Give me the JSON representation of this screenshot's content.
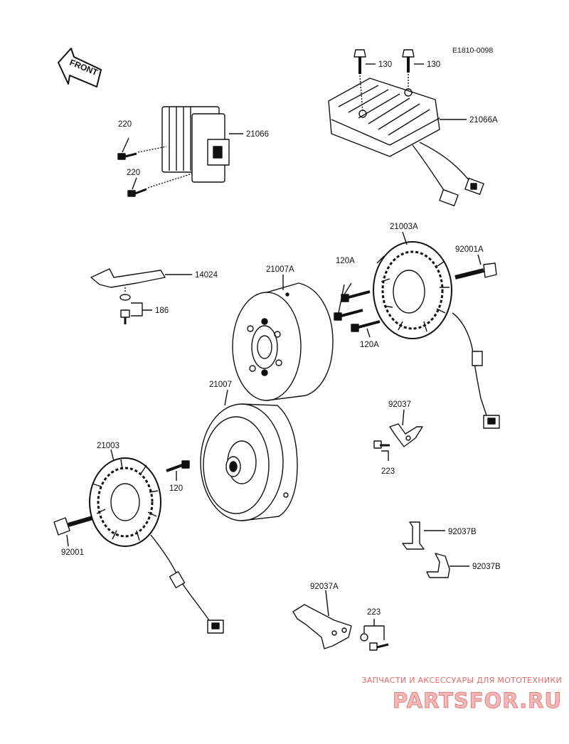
{
  "diagram_code": "E1810-0098",
  "front_label": "FRONT",
  "parts": {
    "p21066": "21066",
    "p21066A": "21066A",
    "p220a": "220",
    "p220b": "220",
    "p130a": "130",
    "p130b": "130",
    "p14024": "14024",
    "p186": "186",
    "p21007A": "21007A",
    "p120Aa": "120A",
    "p120Ab": "120A",
    "p21003A": "21003A",
    "p92001A": "92001A",
    "p21007": "21007",
    "p21003": "21003",
    "p120": "120",
    "p92001": "92001",
    "p92037": "92037",
    "p223a": "223",
    "p92037Ba": "92037B",
    "p92037Bb": "92037B",
    "p92037A": "92037A",
    "p223b": "223"
  },
  "watermark": {
    "tagline": "ЗАПЧАСТИ И АКСЕССУАРЫ ДЛЯ МОТОТЕХНИКИ",
    "brand": "PARTSFOR.RU"
  }
}
